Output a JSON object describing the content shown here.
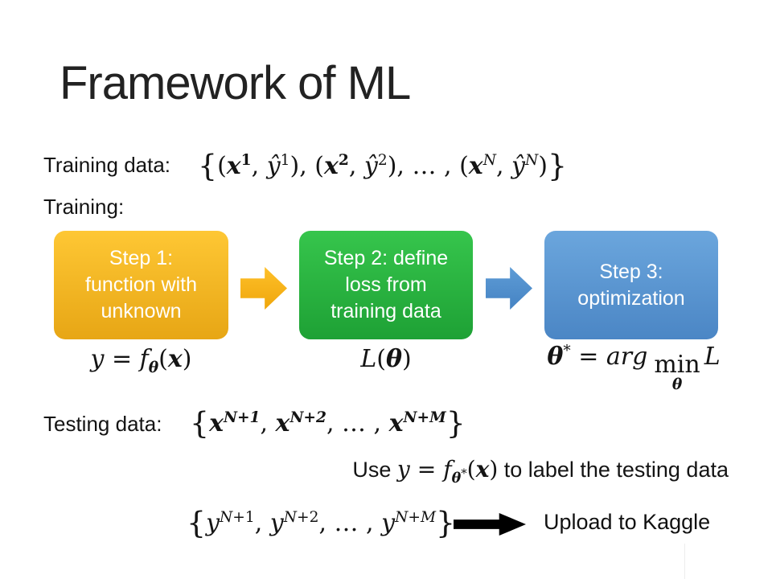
{
  "slide": {
    "title": "Framework of ML",
    "training": {
      "data_label": "Training data:",
      "data_math": "<span class='br'>{</span>(<span class='bi'>x</span><sup><b>1</b></sup>, <i>y&#770;</i><sup>1</sup>), (<span class='bi'>x</span><sup><b>2</b></sup>, <i>y&#770;</i><sup>2</sup>), &#8230; , (<span class='bi'>x</span><sup><i>N</i></sup>, <i>y&#770;</i><sup><i>N</i></sup>)<span class='br'>}</span>",
      "label": "Training:"
    },
    "steps": [
      {
        "name": "Step 1",
        "lines": [
          "Step 1:",
          "function with",
          "unknown"
        ],
        "formula": "<i>y</i> = <i>f</i><sub><span class='bi'>&#952;</span></sub>(<span class='bi'>x</span>)",
        "box_color_top": "#fec734",
        "box_color_bottom": "#e7a615"
      },
      {
        "name": "Step 2",
        "lines": [
          "Step 2: define",
          "loss from",
          "training data"
        ],
        "formula": "<i>L</i>(<span class='bi'>&#952;</span>)",
        "box_color_top": "#36c54c",
        "box_color_bottom": "#1ea135"
      },
      {
        "name": "Step 3",
        "lines": [
          "Step 3:",
          "optimization"
        ],
        "formula": "<span class='bi'>&#952;</span><sup>*</sup> = <i>arg</i><span class='minstack'><span class='minword'>min</span><span class='minunder bi'>&#952;</span></span><i>L</i>",
        "box_color_top": "#6ba6dd",
        "box_color_bottom": "#4b86c5"
      }
    ],
    "arrows": {
      "step_arrow_1_color": "#f5b117",
      "step_arrow_2_color": "#5190cc",
      "upload_arrow_color": "#000000"
    },
    "testing": {
      "data_label": "Testing data:",
      "data_math": "<span class='br'>{</span><span class='bi'>x</span><sup class='bi'>N+1</sup>, <span class='bi'>x</span><sup class='bi'>N+2</sup>, &#8230; , <span class='bi'>x</span><sup class='bi'>N+M</sup><span class='br'>}</span>",
      "use_line": "Use <span class='m'><i>y</i> = <i>f</i><sub><span class='bi'>&#952;</span><span class='star'>*</span></sub>(<span class='bi'>x</span>)</span> to label the testing data",
      "output_math": "<span class='br'>{</span><i>y</i><sup class='it'><i>N</i>+1</sup>, <i>y</i><sup><i>N</i>+2</sup>, &#8230; , <i>y</i><sup><i>N</i>+<i>M</i></sup><span class='br'>}</span>",
      "upload_label": "Upload to Kaggle"
    },
    "text_color": "#1a1a1a",
    "background_color": "#ffffff"
  }
}
